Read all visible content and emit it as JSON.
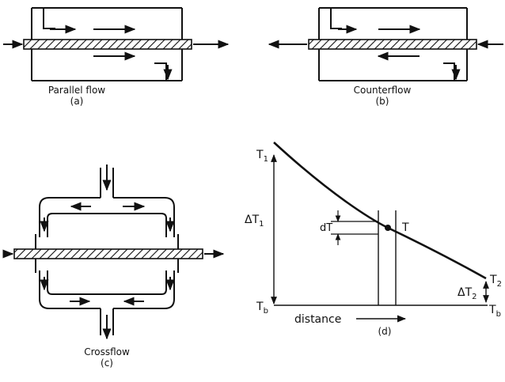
{
  "figure": {
    "panel_a": {
      "caption": "Parallel flow",
      "tag": "(a)"
    },
    "panel_b": {
      "caption": "Counterflow",
      "tag": "(b)"
    },
    "panel_c": {
      "caption": "Crossflow",
      "tag": "(c)"
    },
    "panel_d": {
      "tag": "(d)",
      "t1": "T",
      "t1_sub": "1",
      "dt1": "ΔT",
      "dt1_sub": "1",
      "dT": "dT",
      "T": "T",
      "t2": "T",
      "t2_sub": "2",
      "dt2": "ΔT",
      "dt2_sub": "2",
      "tb_left": "T",
      "tb_left_sub": "b",
      "tb_right": "T",
      "tb_right_sub": "b",
      "distance": "distance"
    }
  }
}
